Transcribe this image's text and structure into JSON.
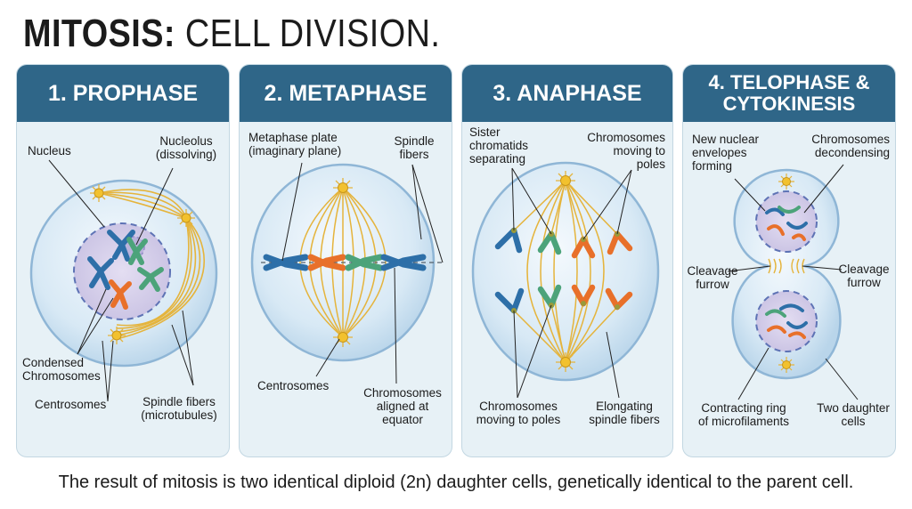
{
  "title": {
    "bold": "MITOSIS:",
    "light": " CELL DIVISION."
  },
  "colors": {
    "header": "#2f6688",
    "panel": "#e7f1f6",
    "spindle": "#e5b43c",
    "chromosome_blue": "#2d6fa8",
    "chromosome_orange": "#e8702a",
    "chromosome_green": "#4ca37a",
    "centrosome": "#f2c12e"
  },
  "panels": [
    {
      "header": "1. PROPHASE",
      "labels": {
        "nucleus": "Nucleus",
        "nucleolus": "Nucleolus\n(dissolving)",
        "condensed": "Condensed\nChromosomes",
        "centrosomes": "Centrosomes",
        "spindle": "Spindle fibers\n(microtubules)"
      }
    },
    {
      "header": "2. METAPHASE",
      "labels": {
        "plate": "Metaphase plate\n(imaginary plane)",
        "spindle": "Spindle\nfibers",
        "centrosomes": "Centrosomes",
        "aligned": "Chromosomes\naligned at\nequator"
      }
    },
    {
      "header": "3. ANAPHASE",
      "labels": {
        "sister": "Sister\nchromatids\nseparating",
        "moving_top": "Chromosomes\nmoving to\npoles",
        "moving_bottom": "Chromosomes\nmoving to poles",
        "elongating": "Elongating\nspindle fibers"
      }
    },
    {
      "header": "4. TELOPHASE &\nCYTOKINESIS",
      "labels": {
        "envelopes": "New nuclear\nenvelopes\nforming",
        "decondensing": "Chromosomes\ndecondensing",
        "cleavage_left": "Cleavage\nfurrow",
        "cleavage_right": "Cleavage\nfurrow",
        "ring": "Contracting ring\nof microfilaments",
        "daughters": "Two daughter\ncells"
      }
    }
  ],
  "footer": "The result of mitosis is two identical diploid (2n) daughter cells, genetically identical to the parent cell."
}
